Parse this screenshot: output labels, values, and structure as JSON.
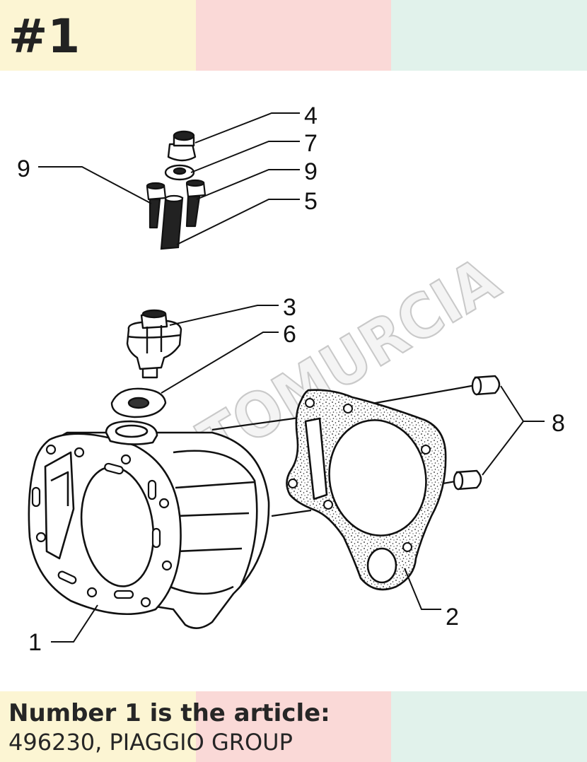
{
  "header": {
    "title": "#1",
    "band_colors": [
      "#fcf5d3",
      "#fad9d7",
      "#e1f2eb"
    ]
  },
  "diagram": {
    "callouts": [
      "1",
      "2",
      "3",
      "4",
      "5",
      "6",
      "7",
      "8",
      "9",
      "9"
    ],
    "watermark": "MOTOMURCIA",
    "parts_icons": [
      "cylinder-icon",
      "head-gasket-icon",
      "tensioner-icon",
      "cap-bolt-icon",
      "pin-icon",
      "tensioner-gasket-icon",
      "washer-icon",
      "dowel-icon",
      "screw-icon"
    ]
  },
  "footer": {
    "line1": "Number 1 is the article:",
    "line2": "496230, PIAGGIO GROUP",
    "band_colors": [
      "#fcf5d3",
      "#fad9d7",
      "#e1f2eb"
    ]
  }
}
